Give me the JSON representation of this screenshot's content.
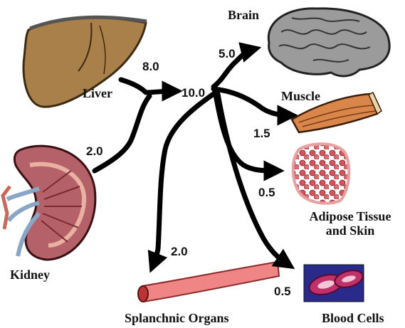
{
  "diagram": {
    "hub_value": "10.0",
    "sources": [
      {
        "label": "Liver",
        "value": "8.0"
      },
      {
        "label": "Kidney",
        "value": "2.0"
      }
    ],
    "destinations": [
      {
        "label": "Brain",
        "value": "5.0"
      },
      {
        "label": "Muscle",
        "value": "1.5"
      },
      {
        "label_line1": "Adipose Tissue",
        "label_line2": "and Skin",
        "value": "0.5"
      },
      {
        "label": "Splanchnic Organs",
        "value": "2.0"
      },
      {
        "label": "Blood Cells",
        "value": "0.5"
      }
    ]
  },
  "colors": {
    "arrow": "#000000",
    "liver": "#a9804a",
    "kidney": "#b5616a",
    "brain": "#9b9b9b",
    "muscle": "#d9864a",
    "adipose": "#d05a5a",
    "vessel": "#f08585",
    "blood_bg": "#2a2a8a",
    "blood_cell": "#c0306a"
  },
  "icons": [
    "liver-icon",
    "kidney-icon",
    "brain-icon",
    "muscle-icon",
    "adipose-icon",
    "vessel-icon",
    "blood-cells-icon"
  ]
}
